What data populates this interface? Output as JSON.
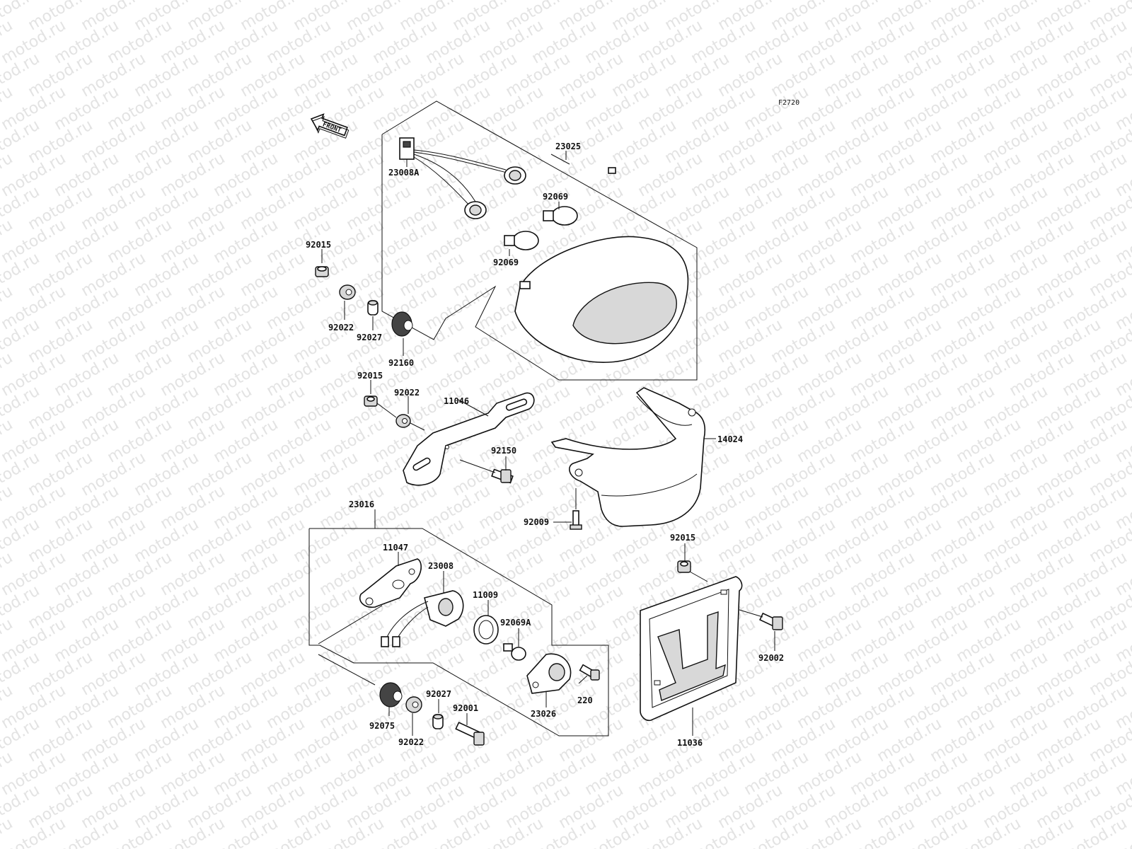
{
  "watermark": "motod.ru",
  "diagram_code": "F2720",
  "front_arrow": "FRONT",
  "parts": {
    "p23025": "23025",
    "p23008A": "23008A",
    "p92069_top": "92069",
    "p92069_bottom": "92069",
    "p92015_a": "92015",
    "p92022_a": "92022",
    "p92027_a": "92027",
    "p92160": "92160",
    "p92015_b": "92015",
    "p92022_b": "92022",
    "p11046": "11046",
    "p92150": "92150",
    "p14024": "14024",
    "p92009": "92009",
    "p23016": "23016",
    "p11047": "11047",
    "p23008": "23008",
    "p11009": "11009",
    "p92069A": "92069A",
    "p220": "220",
    "p23026": "23026",
    "p92075": "92075",
    "p92027_b": "92027",
    "p92001": "92001",
    "p92022_c": "92022",
    "p92015_c": "92015",
    "p92002": "92002",
    "p11036": "11036"
  },
  "colors": {
    "line": "#111111",
    "watermark": "#e3e3e3",
    "background": "#ffffff"
  }
}
